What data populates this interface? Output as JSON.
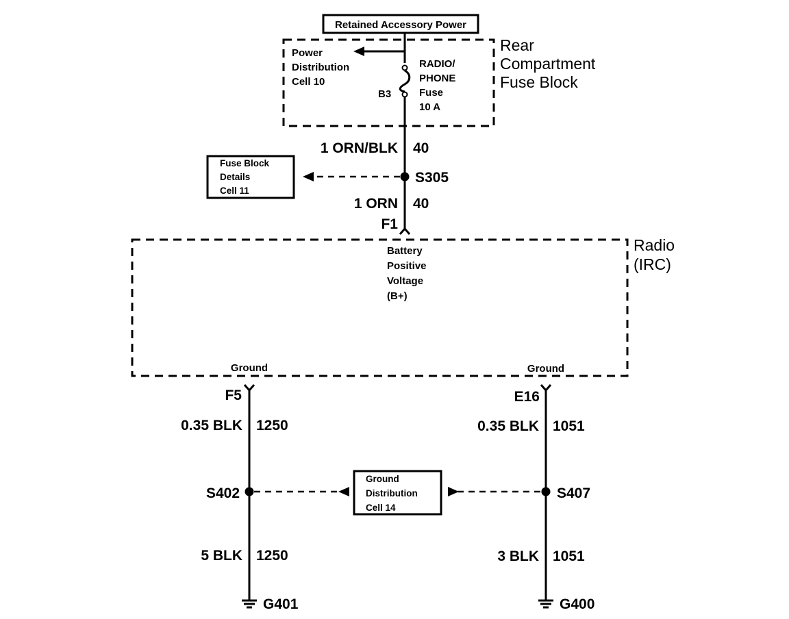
{
  "retained_power": {
    "label": "Retained Accessory Power"
  },
  "rear_fuse_block": {
    "title": [
      "Rear",
      "Compartment",
      "Fuse Block"
    ]
  },
  "power_distribution": {
    "lines": [
      "Power",
      "Distribution",
      "Cell 10"
    ]
  },
  "fuse": {
    "lines": [
      "RADIO/",
      "PHONE",
      "Fuse",
      "10 A"
    ],
    "cavity": "B3"
  },
  "wire_top": {
    "gauge_color": "1 ORN/BLK",
    "circuit": "40"
  },
  "splice_s305": {
    "label": "S305"
  },
  "fuse_block_details": {
    "lines": [
      "Fuse Block",
      "Details",
      "Cell 11"
    ]
  },
  "wire_mid": {
    "gauge_color": "1 ORN",
    "circuit": "40"
  },
  "connector_f1": {
    "label": "F1"
  },
  "radio": {
    "title": [
      "Radio",
      "(IRC)"
    ],
    "bplus_lines": [
      "Battery",
      "Positive",
      "Voltage",
      "(B+)"
    ],
    "ground_left": "Ground",
    "ground_right": "Ground"
  },
  "left_branch": {
    "connector": "F5",
    "wire_upper": {
      "gauge_color": "0.35 BLK",
      "circuit": "1250"
    },
    "splice": "S402",
    "wire_lower": {
      "gauge_color": "5 BLK",
      "circuit": "1250"
    },
    "ground": "G401"
  },
  "right_branch": {
    "connector": "E16",
    "wire_upper": {
      "gauge_color": "0.35 BLK",
      "circuit": "1051"
    },
    "splice": "S407",
    "wire_lower": {
      "gauge_color": "3 BLK",
      "circuit": "1051"
    },
    "ground": "G400"
  },
  "ground_distribution": {
    "lines": [
      "Ground",
      "Distribution",
      "Cell 14"
    ]
  }
}
